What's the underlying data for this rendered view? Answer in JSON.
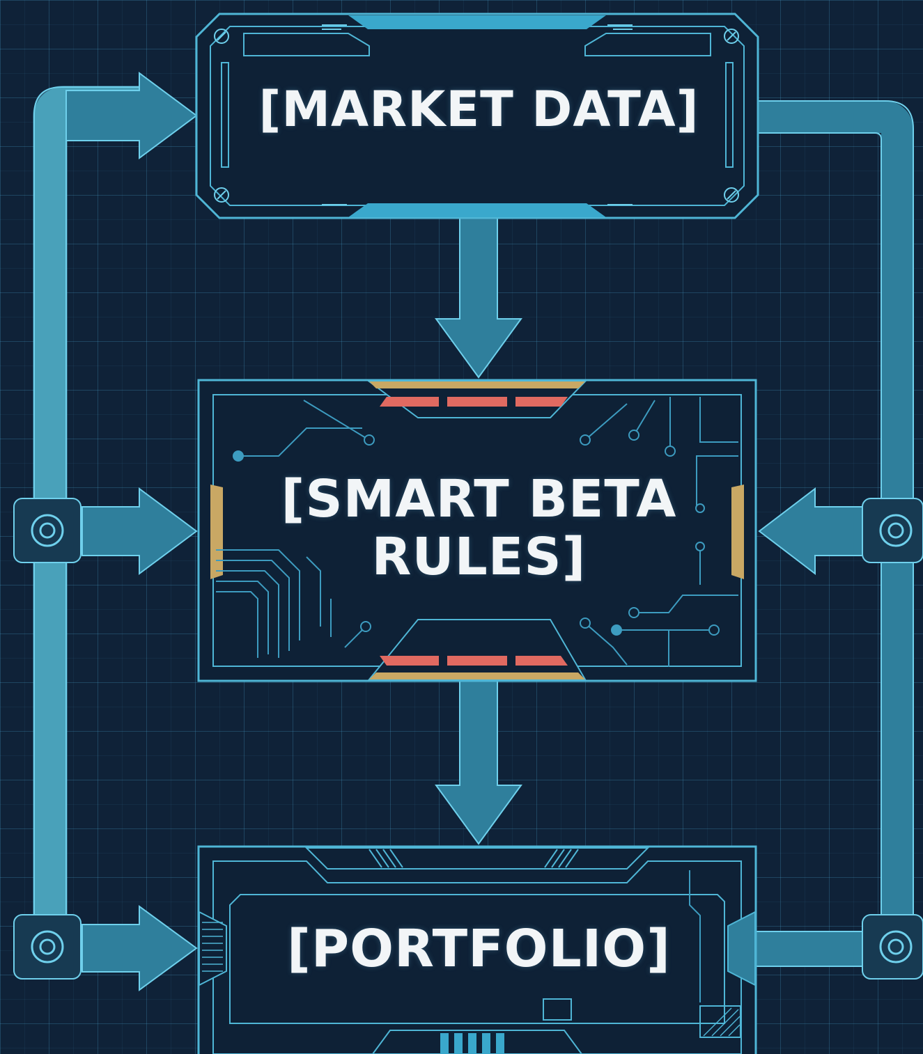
{
  "diagram": {
    "nodes": [
      {
        "id": "market",
        "label": "[MARKET DATA]"
      },
      {
        "id": "smart",
        "label": "[SMART BETA RULES]"
      },
      {
        "id": "portfolio",
        "label": "[PORTFOLIO]"
      }
    ],
    "edges": [
      {
        "from": "market",
        "to": "smart"
      },
      {
        "from": "smart",
        "to": "portfolio"
      },
      {
        "from": "market",
        "to": "market",
        "via": "left-loop"
      },
      {
        "from": "left-loop",
        "to": "smart"
      },
      {
        "from": "left-loop",
        "to": "portfolio"
      },
      {
        "from": "right-loop",
        "to": "smart"
      },
      {
        "from": "portfolio",
        "to": "right-loop"
      },
      {
        "from": "market",
        "to": "right-loop"
      }
    ]
  },
  "theme": {
    "background": "#0f2238",
    "line": "#4fb6d6",
    "pipe": "#2f7f9c",
    "panel": "#0e2136",
    "accent_gold": "#c9a864",
    "accent_red": "#e06a61"
  }
}
